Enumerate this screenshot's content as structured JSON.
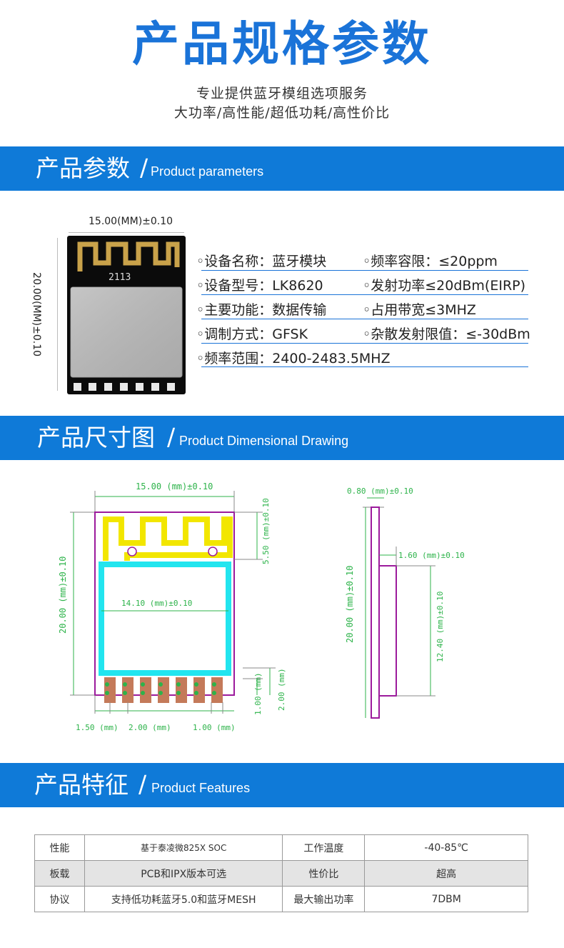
{
  "header": {
    "title": "产品规格参数",
    "subtitle1": "专业提供蓝牙模组选项服务",
    "subtitle2": "大功率/高性能/超低功耗/高性价比"
  },
  "sections": {
    "params": {
      "zh": "产品参数",
      "slash": "/",
      "en": "Product parameters"
    },
    "drawing": {
      "zh": "产品尺寸图",
      "slash": "/",
      "en": "Product Dimensional Drawing"
    },
    "features": {
      "zh": "产品特征",
      "slash": "/",
      "en": "Product Features"
    }
  },
  "module_photo": {
    "width_label": "15.00(MM)±0.10",
    "height_label": "20.00(MM)±0.10",
    "chip_mark": "2113"
  },
  "params": {
    "left": [
      "设备名称：蓝牙模块",
      "设备型号：LK8620",
      "主要功能：数据传输",
      "调制方式：GFSK",
      "频率范围：2400-2483.5MHZ"
    ],
    "right": [
      "频率容限：≤20ppm",
      "发射功率≤20dBm(EIRP)",
      "占用带宽≤3MHZ",
      "杂散发射限值：≤-30dBm"
    ]
  },
  "drawing": {
    "front": {
      "width": "15.00 (mm)±0.10",
      "height": "20.00 (mm)±0.10",
      "antenna": "5.50 (mm)±0.10",
      "inner": "14.10 (mm)±0.10",
      "pad1": "1.00 (mm)",
      "pad2": "2.00 (mm)",
      "bottom1": "1.50 (mm)",
      "bottom2": "2.00 (mm)",
      "bottom3": "1.00 (mm)"
    },
    "side": {
      "thick": "0.80 (mm)±0.10",
      "shield": "1.60 (mm)±0.10",
      "height": "20.00 (mm)±0.10",
      "shield_h": "12.40 (mm)±0.10"
    }
  },
  "features_table": [
    [
      "性能",
      "基于泰凌微825X SOC",
      "工作温度",
      "-40-85℃"
    ],
    [
      "板载",
      "PCB和IPX版本可选",
      "性价比",
      "超高"
    ],
    [
      "协议",
      "支持低功耗蓝牙5.0和蓝牙MESH",
      "最大输出功率",
      "7DBM"
    ]
  ],
  "colors": {
    "accent": "#0f7ad8",
    "title": "#1a73d8",
    "dim_green": "#2db34a",
    "outline_purple": "#9c1a9c",
    "antenna_yellow": "#f2e600",
    "shield_cyan": "#22e5ef",
    "pad_brown": "#c47a5a"
  }
}
